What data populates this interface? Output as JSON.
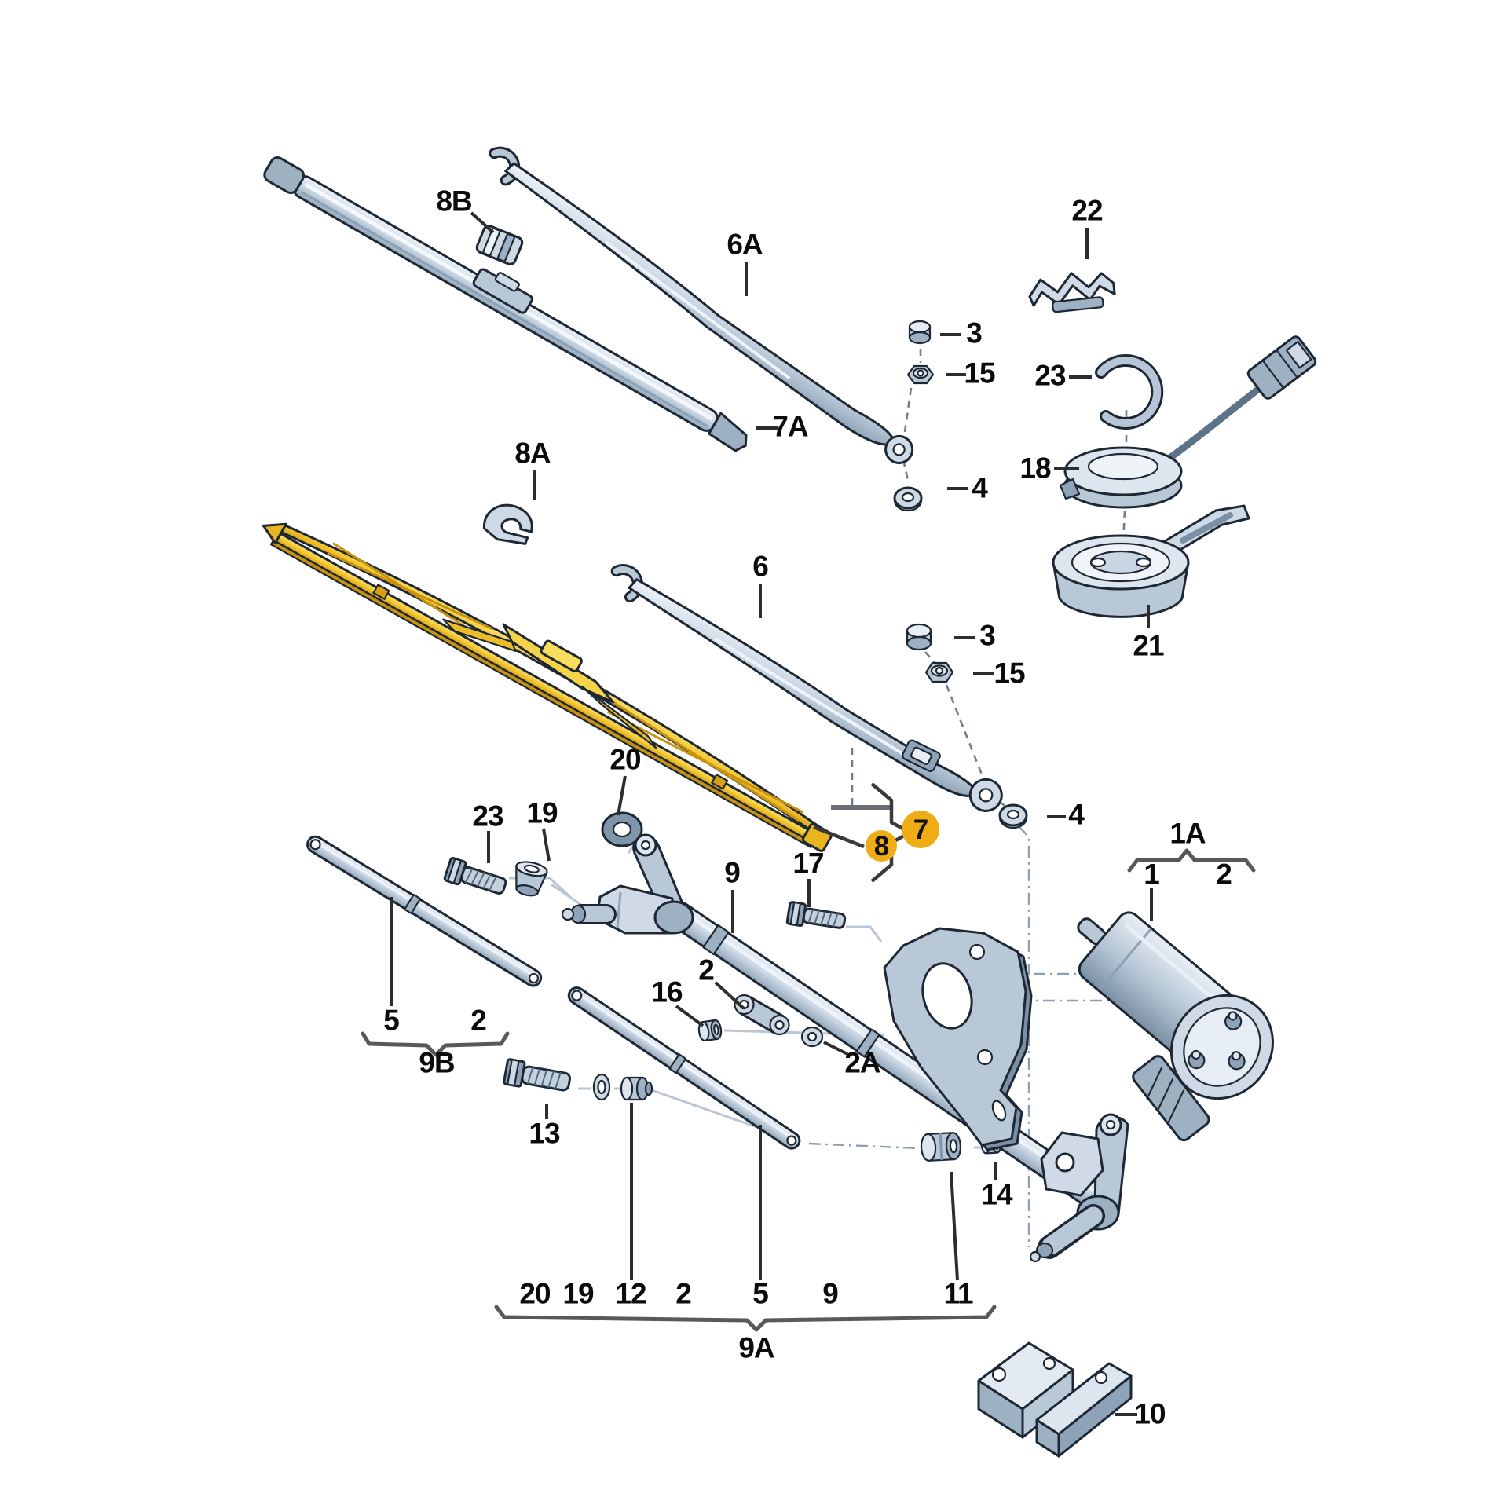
{
  "diagram": {
    "type": "exploded-parts-diagram",
    "subject": "windscreen wiper system",
    "colors": {
      "background": "#ffffff",
      "highlight": "#efac15",
      "part_fill": "#c3d0de",
      "part_shadow": "#8ea3b7",
      "highlighted_part_yellow": "#f3c731",
      "outline": "#1e2835"
    },
    "highlighted_part_ids": [
      "7",
      "8"
    ],
    "labels": [
      {
        "id": "8B",
        "text": "8B"
      },
      {
        "id": "6A",
        "text": "6A"
      },
      {
        "id": "7A",
        "text": "7A"
      },
      {
        "id": "3-top",
        "text": "3"
      },
      {
        "id": "15-top",
        "text": "15"
      },
      {
        "id": "4-top",
        "text": "4"
      },
      {
        "id": "22",
        "text": "22"
      },
      {
        "id": "23-right",
        "text": "23"
      },
      {
        "id": "18",
        "text": "18"
      },
      {
        "id": "21",
        "text": "21"
      },
      {
        "id": "8A",
        "text": "8A"
      },
      {
        "id": "6",
        "text": "6"
      },
      {
        "id": "3-mid",
        "text": "3"
      },
      {
        "id": "15-mid",
        "text": "15"
      },
      {
        "id": "4-mid",
        "text": "4"
      },
      {
        "id": "20-top",
        "text": "20"
      },
      {
        "id": "23-left",
        "text": "23"
      },
      {
        "id": "19-top",
        "text": "19"
      },
      {
        "id": "17",
        "text": "17"
      },
      {
        "id": "9-top",
        "text": "9"
      },
      {
        "id": "1A",
        "text": "1A"
      },
      {
        "id": "1",
        "text": "1"
      },
      {
        "id": "2-motor",
        "text": "2"
      },
      {
        "id": "2-link",
        "text": "2"
      },
      {
        "id": "16",
        "text": "16"
      },
      {
        "id": "2A",
        "text": "2A"
      },
      {
        "id": "5-9b",
        "text": "5"
      },
      {
        "id": "2-9b",
        "text": "2"
      },
      {
        "id": "9B",
        "text": "9B"
      },
      {
        "id": "13",
        "text": "13"
      },
      {
        "id": "14",
        "text": "14"
      },
      {
        "id": "20-bottom",
        "text": "20"
      },
      {
        "id": "19-bottom",
        "text": "19"
      },
      {
        "id": "12-bottom",
        "text": "12"
      },
      {
        "id": "2-bottom",
        "text": "2"
      },
      {
        "id": "5-bottom",
        "text": "5"
      },
      {
        "id": "9-bottom",
        "text": "9"
      },
      {
        "id": "11-bottom",
        "text": "11"
      },
      {
        "id": "9A",
        "text": "9A"
      },
      {
        "id": "10",
        "text": "10"
      }
    ],
    "highlights": [
      {
        "id": "8",
        "text": "8"
      },
      {
        "id": "7",
        "text": "7"
      }
    ]
  }
}
